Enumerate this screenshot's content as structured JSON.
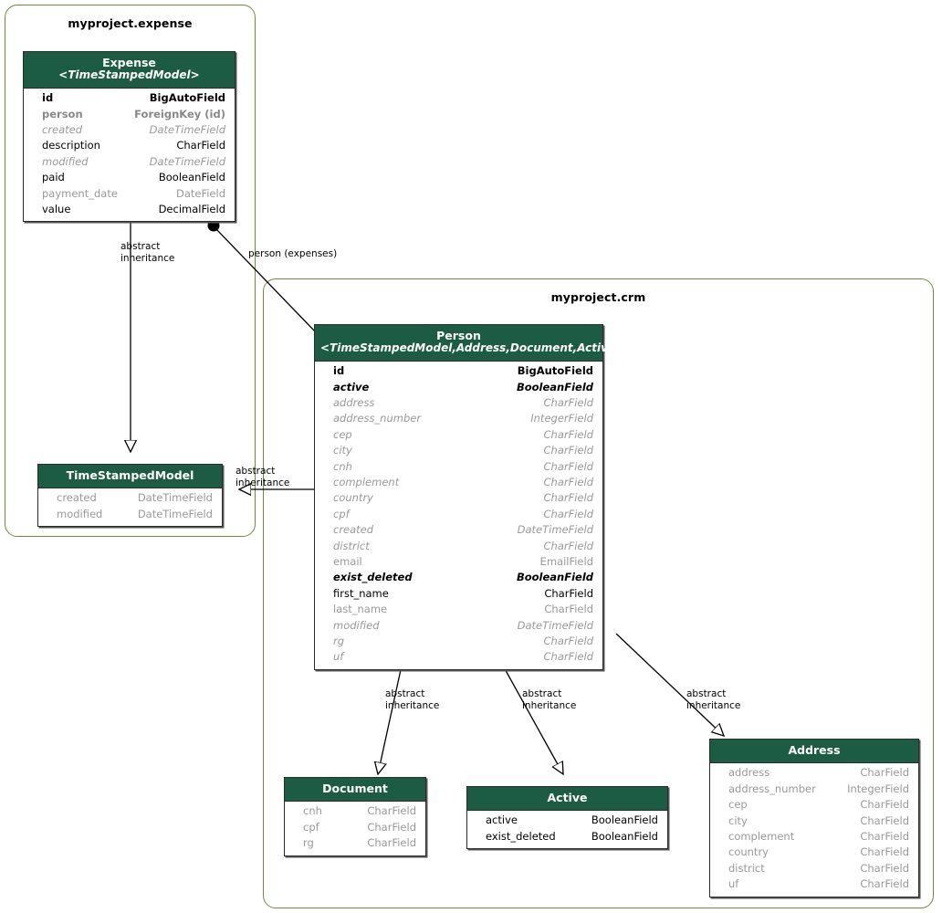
{
  "packages": [
    {
      "name": "myproject.expense",
      "border_color": "#6f8c3a"
    },
    {
      "name": "myproject.crm",
      "border_color": "#6f8c3a"
    }
  ],
  "theme": {
    "header_bg": "#1c5c45",
    "header_text": "#ffffff",
    "box_border": "#2b2b2b",
    "package_border": "#6f8c3a",
    "own_field_color": "#000000",
    "inherited_field_color": "#999999"
  },
  "classes": {
    "expense": {
      "name": "Expense",
      "generics": "<TimeStampedModel>",
      "fields": [
        {
          "name": "id",
          "type": "BigAutoField",
          "style": "f-own-b"
        },
        {
          "name": "person",
          "type": "ForeignKey (id)",
          "style": "f-inh-b"
        },
        {
          "name": "created",
          "type": "DateTimeField",
          "style": "f-inh-i"
        },
        {
          "name": "description",
          "type": "CharField",
          "style": "f-own"
        },
        {
          "name": "modified",
          "type": "DateTimeField",
          "style": "f-inh-i"
        },
        {
          "name": "paid",
          "type": "BooleanField",
          "style": "f-own"
        },
        {
          "name": "payment_date",
          "type": "DateField",
          "style": "f-inh"
        },
        {
          "name": "value",
          "type": "DecimalField",
          "style": "f-own"
        }
      ]
    },
    "timestampedmodel": {
      "name": "TimeStampedModel",
      "generics": "",
      "fields": [
        {
          "name": "created",
          "type": "DateTimeField",
          "style": "f-inh"
        },
        {
          "name": "modified",
          "type": "DateTimeField",
          "style": "f-inh"
        }
      ]
    },
    "person": {
      "name": "Person",
      "generics": "<TimeStampedModel,Address,Document,Active>",
      "fields": [
        {
          "name": "id",
          "type": "BigAutoField",
          "style": "f-own-b"
        },
        {
          "name": "active",
          "type": "BooleanField",
          "style": "f-own-bi"
        },
        {
          "name": "address",
          "type": "CharField",
          "style": "f-inh-i"
        },
        {
          "name": "address_number",
          "type": "IntegerField",
          "style": "f-inh-i"
        },
        {
          "name": "cep",
          "type": "CharField",
          "style": "f-inh-i"
        },
        {
          "name": "city",
          "type": "CharField",
          "style": "f-inh-i"
        },
        {
          "name": "cnh",
          "type": "CharField",
          "style": "f-inh-i"
        },
        {
          "name": "complement",
          "type": "CharField",
          "style": "f-inh-i"
        },
        {
          "name": "country",
          "type": "CharField",
          "style": "f-inh-i"
        },
        {
          "name": "cpf",
          "type": "CharField",
          "style": "f-inh-i"
        },
        {
          "name": "created",
          "type": "DateTimeField",
          "style": "f-inh-i"
        },
        {
          "name": "district",
          "type": "CharField",
          "style": "f-inh-i"
        },
        {
          "name": "email",
          "type": "EmailField",
          "style": "f-inh"
        },
        {
          "name": "exist_deleted",
          "type": "BooleanField",
          "style": "f-own-bi"
        },
        {
          "name": "first_name",
          "type": "CharField",
          "style": "f-own"
        },
        {
          "name": "last_name",
          "type": "CharField",
          "style": "f-inh"
        },
        {
          "name": "modified",
          "type": "DateTimeField",
          "style": "f-inh-i"
        },
        {
          "name": "rg",
          "type": "CharField",
          "style": "f-inh-i"
        },
        {
          "name": "uf",
          "type": "CharField",
          "style": "f-inh-i"
        }
      ]
    },
    "document": {
      "name": "Document",
      "generics": "",
      "fields": [
        {
          "name": "cnh",
          "type": "CharField",
          "style": "f-inh"
        },
        {
          "name": "cpf",
          "type": "CharField",
          "style": "f-inh"
        },
        {
          "name": "rg",
          "type": "CharField",
          "style": "f-inh"
        }
      ]
    },
    "active": {
      "name": "Active",
      "generics": "",
      "fields": [
        {
          "name": "active",
          "type": "BooleanField",
          "style": "f-own"
        },
        {
          "name": "exist_deleted",
          "type": "BooleanField",
          "style": "f-own"
        }
      ]
    },
    "address": {
      "name": "Address",
      "generics": "",
      "fields": [
        {
          "name": "address",
          "type": "CharField",
          "style": "f-inh"
        },
        {
          "name": "address_number",
          "type": "IntegerField",
          "style": "f-inh"
        },
        {
          "name": "cep",
          "type": "CharField",
          "style": "f-inh"
        },
        {
          "name": "city",
          "type": "CharField",
          "style": "f-inh"
        },
        {
          "name": "complement",
          "type": "CharField",
          "style": "f-inh"
        },
        {
          "name": "country",
          "type": "CharField",
          "style": "f-inh"
        },
        {
          "name": "district",
          "type": "CharField",
          "style": "f-inh"
        },
        {
          "name": "uf",
          "type": "CharField",
          "style": "f-inh"
        }
      ]
    }
  },
  "edges": [
    {
      "id": "expense-to-timestampedmodel",
      "label": "abstract\ninheritance",
      "kind": "generalization"
    },
    {
      "id": "person-to-expense",
      "label": "person (expenses)",
      "kind": "composition"
    },
    {
      "id": "person-to-timestampedmodel",
      "label": "abstract\ninheritance",
      "kind": "generalization"
    },
    {
      "id": "person-to-document",
      "label": "abstract\ninheritance",
      "kind": "generalization"
    },
    {
      "id": "person-to-active",
      "label": "abstract\ninheritance",
      "kind": "generalization"
    },
    {
      "id": "person-to-address",
      "label": "abstract\ninheritance",
      "kind": "generalization"
    }
  ]
}
